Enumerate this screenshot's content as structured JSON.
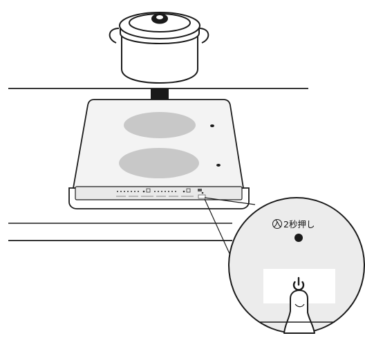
{
  "diagram": {
    "instruction": {
      "circled_char": "入",
      "text": "2秒押し"
    },
    "power_symbol": "⏻",
    "icons": [
      "pot-icon",
      "down-arrow-icon",
      "induction-cooktop-icon",
      "power-button-icon",
      "finger-icon",
      "magnifier-callout"
    ],
    "colors": {
      "line": "#1a1a1a",
      "burner": "#c8c8c8",
      "cooktop_top": "#f3f3f3",
      "control_panel": "#e9e9e9",
      "zoom_fill": "#ececec",
      "power_pad": "#ffffff"
    }
  }
}
